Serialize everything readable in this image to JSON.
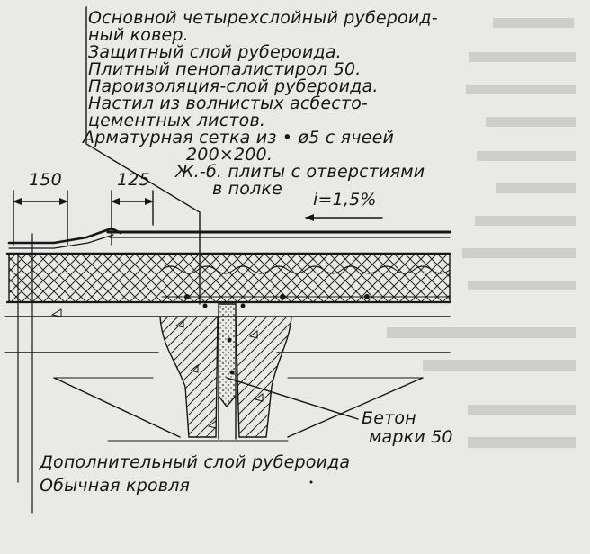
{
  "layers": [
    "Основной четырехслойный рубероид-",
    "ный ковер.",
    "Защитный слой рубероида.",
    "Плитный пенопалистирол 50.",
    "Пароизоляция-слой рубероида.",
    "Настил из волнистых асбесто-",
    "цементных листов.",
    "Арматурная сетка из • ø5 с ячеей",
    "200×200.",
    "Ж.-б. плиты с отверстиями",
    "в полке"
  ],
  "slope": "i=1,5%",
  "dimensions": [
    "150",
    "125"
  ],
  "concrete": [
    "Бетон",
    "марки 50"
  ],
  "bottom_notes": [
    "Дополнительный слой рубероида",
    "Обычная кровля"
  ],
  "colors": {
    "paper": "#e9e9e6",
    "ink": "#161616",
    "faded_print": "#c9c9c4"
  }
}
